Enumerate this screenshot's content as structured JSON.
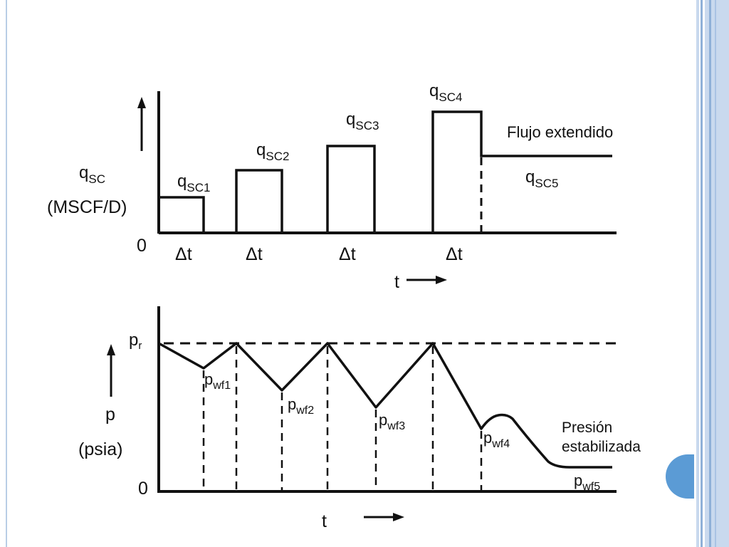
{
  "top_chart": {
    "y_symbol": "q",
    "y_symbol_sub": "SC",
    "y_unit": "(MSCF/D)",
    "zero": "0",
    "x_label": "t",
    "delta_label": "Δt",
    "rate_labels": [
      {
        "main": "q",
        "sub": "SC1"
      },
      {
        "main": "q",
        "sub": "SC2"
      },
      {
        "main": "q",
        "sub": "SC3"
      },
      {
        "main": "q",
        "sub": "SC4"
      },
      {
        "main": "q",
        "sub": "SC5"
      }
    ],
    "extended_flow_label": "Flujo extendido"
  },
  "bottom_chart": {
    "y_symbol": "p",
    "y_unit": "(psia)",
    "zero": "0",
    "x_label": "t",
    "pr_main": "p",
    "pr_sub": "r",
    "pwf_labels": [
      {
        "main": "p",
        "sub": "wf1"
      },
      {
        "main": "p",
        "sub": "wf2"
      },
      {
        "main": "p",
        "sub": "wf3"
      },
      {
        "main": "p",
        "sub": "wf4"
      },
      {
        "main": "p",
        "sub": "wf5"
      }
    ],
    "stabilized_line1": "Presión",
    "stabilized_line2": "estabilizada"
  },
  "colors": {
    "frame": "#b9cde6",
    "frame_dark": "#8fb0d8",
    "tab": "#5b9bd5",
    "ink": "#111111"
  }
}
